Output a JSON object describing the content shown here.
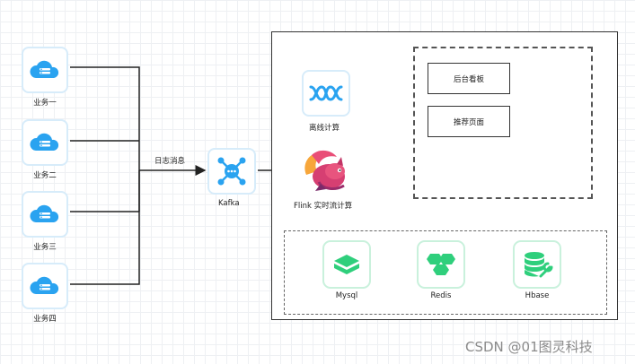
{
  "services": [
    {
      "label": "业务一"
    },
    {
      "label": "业务二"
    },
    {
      "label": "业务三"
    },
    {
      "label": "业务四"
    }
  ],
  "edge_label": "日志消息",
  "kafka": {
    "label": "Kafka",
    "icon": "kafka-hub-icon"
  },
  "offline": {
    "label": "离线计算",
    "icon": "wave-icon"
  },
  "flink": {
    "label": "Flink 实时流计算",
    "icon": "flink-squirrel-icon"
  },
  "apps": [
    {
      "label": "后台看板"
    },
    {
      "label": "推荐页面"
    }
  ],
  "storage": [
    {
      "label": "Mysql",
      "icon": "mysql-icon"
    },
    {
      "label": "Redis",
      "icon": "redis-icon"
    },
    {
      "label": "Hbase",
      "icon": "hbase-icon"
    }
  ],
  "watermark": "CSDN @01图灵科技",
  "colors": {
    "service_blue": "#2aa3f0",
    "kafka_blue": "#2aa3f0",
    "storage_green": "#2fcf7c",
    "flink_pink": "#e6537a"
  }
}
